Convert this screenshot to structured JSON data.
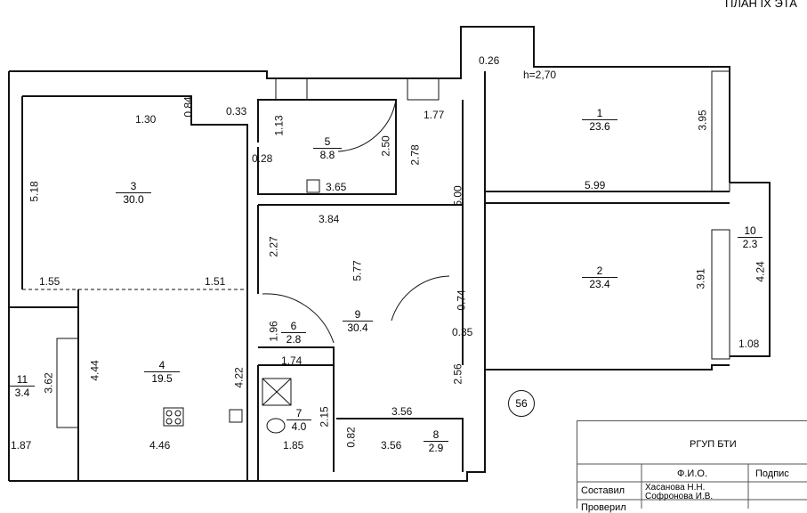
{
  "header": {
    "plan_title": "ПЛАН IX ЭТА"
  },
  "ceiling_height": "h=2,70",
  "rooms": [
    {
      "num": "1",
      "area": "23.6"
    },
    {
      "num": "2",
      "area": "23.4"
    },
    {
      "num": "3",
      "area": "30.0"
    },
    {
      "num": "4",
      "area": "19.5"
    },
    {
      "num": "5",
      "area": "8.8"
    },
    {
      "num": "6",
      "area": "2.8"
    },
    {
      "num": "7",
      "area": "4.0"
    },
    {
      "num": "8",
      "area": "2.9"
    },
    {
      "num": "9",
      "area": "30.4"
    },
    {
      "num": "10",
      "area": "2.3"
    },
    {
      "num": "11",
      "area": "3.4"
    }
  ],
  "dimensions": [
    "0.26",
    "1.30",
    "0.84",
    "0.33",
    "1.13",
    "1.77",
    "3.95",
    "5.18",
    "2.50",
    "2.78",
    "0.28",
    "3.65",
    "5.00",
    "5.99",
    "3.84",
    "2.27",
    "5.77",
    "1.55",
    "1.51",
    "0.74",
    "3.91",
    "4.24",
    "1.96",
    "0.35",
    "1.74",
    "1.08",
    "4.44",
    "4.22",
    "3.62",
    "2.56",
    "2.15",
    "3.56",
    "0.82",
    "1.87",
    "4.46",
    "1.85"
  ],
  "building_number": "56",
  "stamp": {
    "org": "РГУП БТИ",
    "col_fio": "Ф.И.О.",
    "col_sign": "Подпис",
    "row1_label": "Составил",
    "row1_names": [
      "Хасанова Н.Н.",
      "Софронова И.В."
    ],
    "row2_label": "Проверил"
  }
}
